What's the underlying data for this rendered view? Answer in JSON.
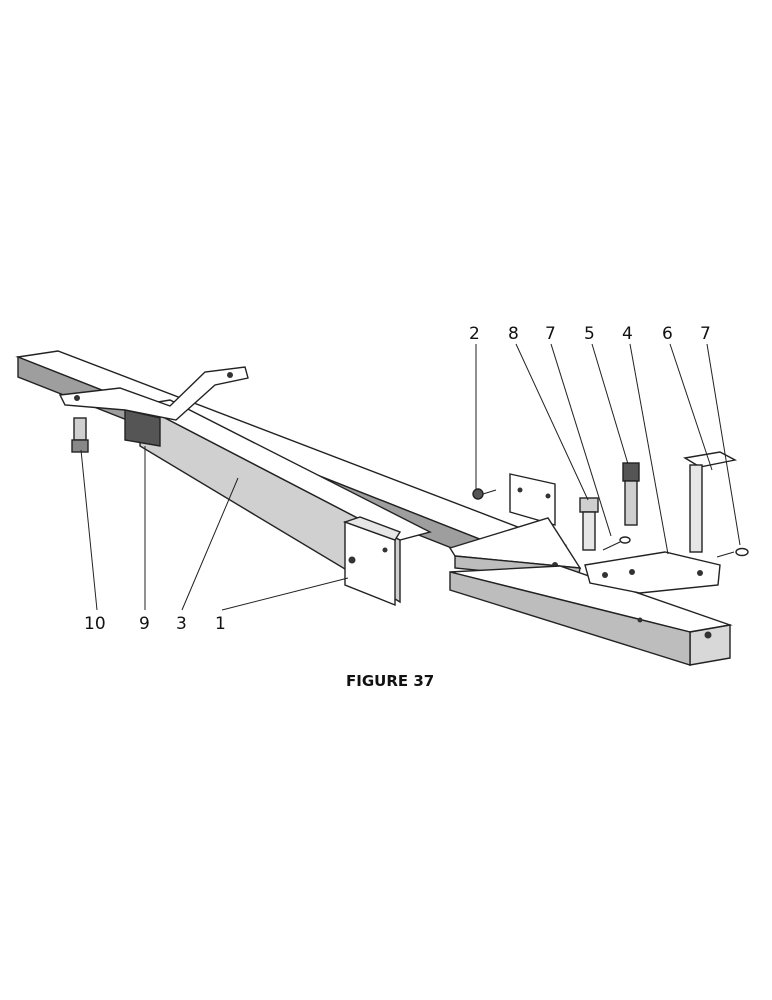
{
  "figure": {
    "caption": "FIGURE 37",
    "callouts_top": [
      "2",
      "8",
      "7",
      "5",
      "4",
      "6",
      "7"
    ],
    "callouts_bottom": [
      "10",
      "9",
      "3",
      "1"
    ]
  },
  "colors": {
    "ink": "#222222",
    "paper": "#ffffff",
    "shade": "#bdbdbd",
    "light": "#e6e6e6"
  }
}
